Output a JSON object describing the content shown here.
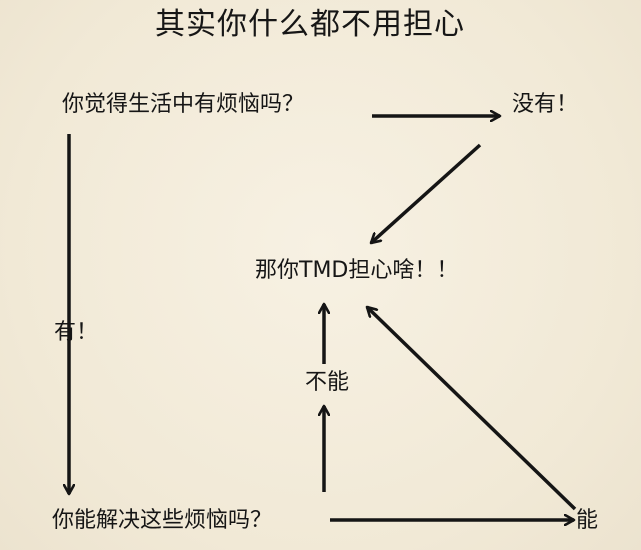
{
  "title": "其实你什么都不用担心",
  "nodes": {
    "q1": "你觉得生活中有烦恼吗？",
    "no": "没有！",
    "center": "那你TMD担心啥！！",
    "yes": "有！",
    "cannot": "不能",
    "q2": "你能解决这些烦恼吗？",
    "can": "能"
  }
}
